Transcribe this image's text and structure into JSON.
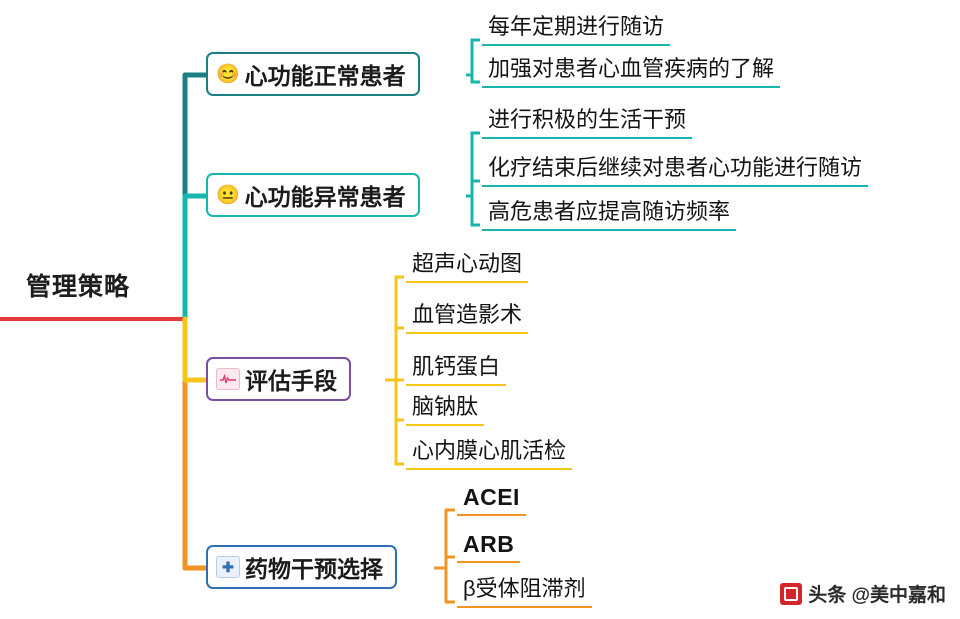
{
  "diagram": {
    "type": "mindmap",
    "root": {
      "label": "管理策略",
      "stem_color": "#e03a3a"
    },
    "branches": [
      {
        "id": "normal-cardiac",
        "label": "心功能正常患者",
        "icon": "smiling-face-emoji",
        "icon_glyph": "😊",
        "border_color": "#1b7f86",
        "line_color": "#1b7f86",
        "leaf_color": "#16b5ae",
        "children": [
          {
            "label": "每年定期进行随访"
          },
          {
            "label": "加强对患者心血管疾病的了解"
          }
        ]
      },
      {
        "id": "abnormal-cardiac",
        "label": "心功能异常患者",
        "icon": "neutral-face-emoji",
        "icon_glyph": "😐",
        "border_color": "#16b5ae",
        "line_color": "#16b5ae",
        "leaf_color": "#16b5ae",
        "children": [
          {
            "label": "进行积极的生活干预"
          },
          {
            "label": "化疗结束后继续对患者心功能进行随访"
          },
          {
            "label": "高危患者应提高随访频率"
          }
        ]
      },
      {
        "id": "assessment-methods",
        "label": "评估手段",
        "icon": "ecg-heartbeat-icon",
        "icon_glyph": "〜",
        "border_color": "#7a4fa3",
        "line_color": "#f5c518",
        "leaf_color": "#f5c518",
        "children": [
          {
            "label": "超声心动图"
          },
          {
            "label": "血管造影术"
          },
          {
            "label": "肌钙蛋白"
          },
          {
            "label": "脑钠肽"
          },
          {
            "label": "心内膜心肌活检"
          }
        ]
      },
      {
        "id": "drug-intervention",
        "label": "药物干预选择",
        "icon": "medical-kit-icon",
        "icon_glyph": "✚",
        "border_color": "#2f6fb5",
        "line_color": "#f29423",
        "leaf_color": "#f29423",
        "children": [
          {
            "label": "ACEI",
            "latin": true
          },
          {
            "label": "ARB",
            "latin": true
          },
          {
            "label": "β受体阻滞剂"
          }
        ]
      }
    ],
    "trunk_colors": {
      "upper": "#1b7f86",
      "mid_upper": "#16b5ae",
      "mid_lower": "#f5c518",
      "lower": "#f29423"
    }
  },
  "watermark": {
    "source": "头条 @美中嘉和",
    "logo": "toutiao-logo"
  }
}
